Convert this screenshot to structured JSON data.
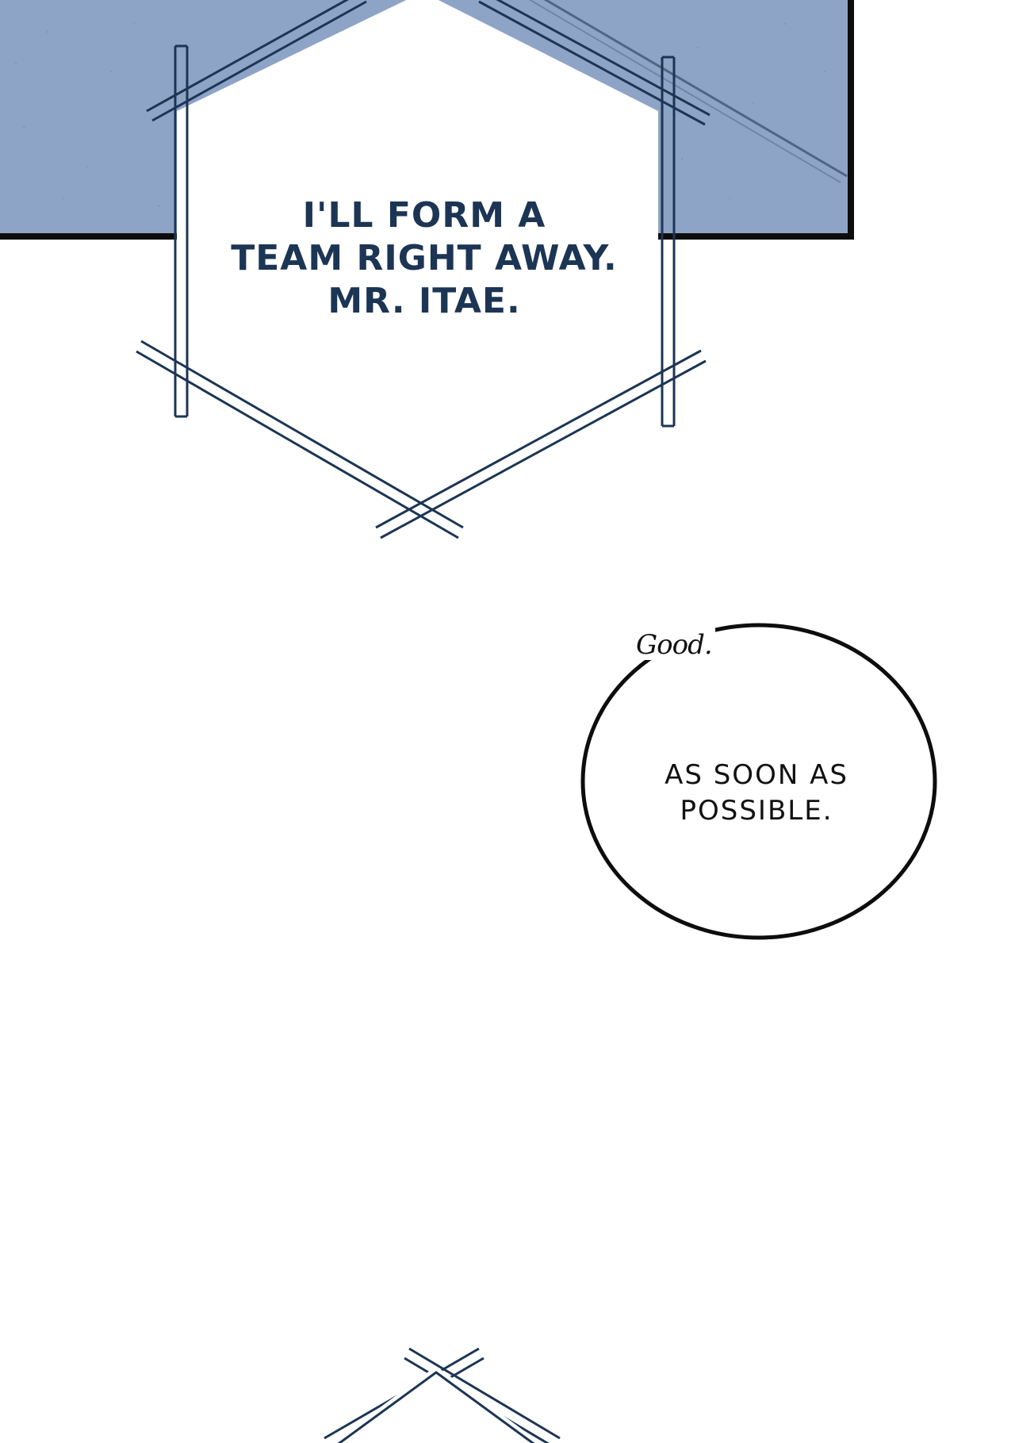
{
  "colors": {
    "sky_panel": "#8ea4c6",
    "panel_border": "#0d0d0d",
    "caption_frame": "#1c3554",
    "caption_text": "#1c3554",
    "bubble_outline": "#0d0d0d",
    "background": "#ffffff"
  },
  "caption": {
    "lines": [
      "I'LL FORM A",
      "TEAM RIGHT AWAY.",
      "MR. ITAE."
    ]
  },
  "aside": {
    "text": "Good."
  },
  "speech_bubble": {
    "lines": [
      "AS SOON AS",
      "POSSIBLE."
    ]
  }
}
